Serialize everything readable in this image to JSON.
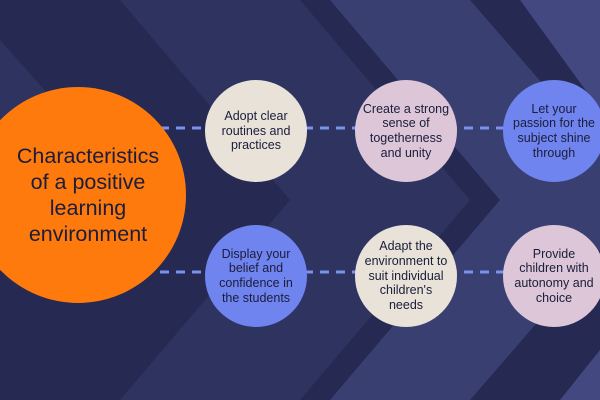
{
  "colors": {
    "background": "#262a52",
    "main_circle": "#ff7a0d",
    "beige": "#e8e2d8",
    "pink": "#dcc6d8",
    "blue": "#6f84ee",
    "connector": "#7b90f0"
  },
  "main": {
    "title": "Characteristics\nof a positive\nlearning\nenvironment"
  },
  "top_row": [
    {
      "label": "Adopt clear\nroutines and\npractices"
    },
    {
      "label": "Create a strong\nsense of\ntogetherness\nand unity"
    },
    {
      "label": "Let your\npassion for the\nsubject shine\nthrough"
    }
  ],
  "bottom_row": [
    {
      "label": "Display your\nbelief and\nconfidence in\nthe students"
    },
    {
      "label": "Adapt the\nenvironment to\nsuit individual\nchildren's\nneeds"
    },
    {
      "label": "Provide\nchildren with\nautonomy and\nchoice"
    }
  ]
}
